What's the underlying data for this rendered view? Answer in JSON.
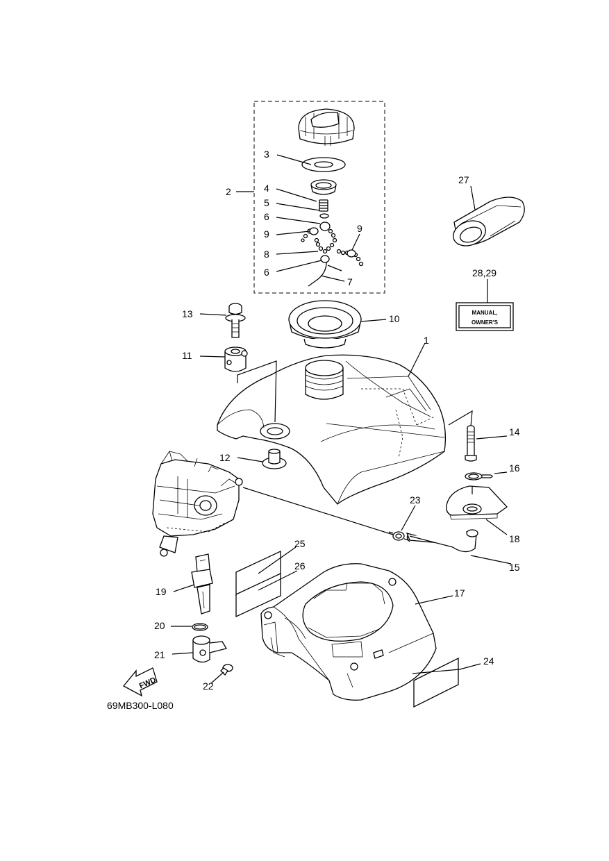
{
  "diagram_code": "69MB300-L080",
  "labels": {
    "l1": "1",
    "l2": "2",
    "l3": "3",
    "l4": "4",
    "l5": "5",
    "l6a": "6",
    "l6b": "6",
    "l7": "7",
    "l8": "8",
    "l9a": "9",
    "l9b": "9",
    "l10": "10",
    "l11": "11",
    "l12": "12",
    "l13": "13",
    "l14": "14",
    "l15": "15",
    "l16": "16",
    "l17": "17",
    "l18": "18",
    "l19": "19",
    "l20": "20",
    "l21": "21",
    "l22": "22",
    "l23": "23",
    "l24": "24",
    "l25": "25",
    "l26": "26",
    "l27": "27",
    "l28_29": "28,29"
  },
  "manual_label": {
    "line1": "MANUAL,",
    "line2": "OWNER'S"
  },
  "fwd_label": "FWD"
}
